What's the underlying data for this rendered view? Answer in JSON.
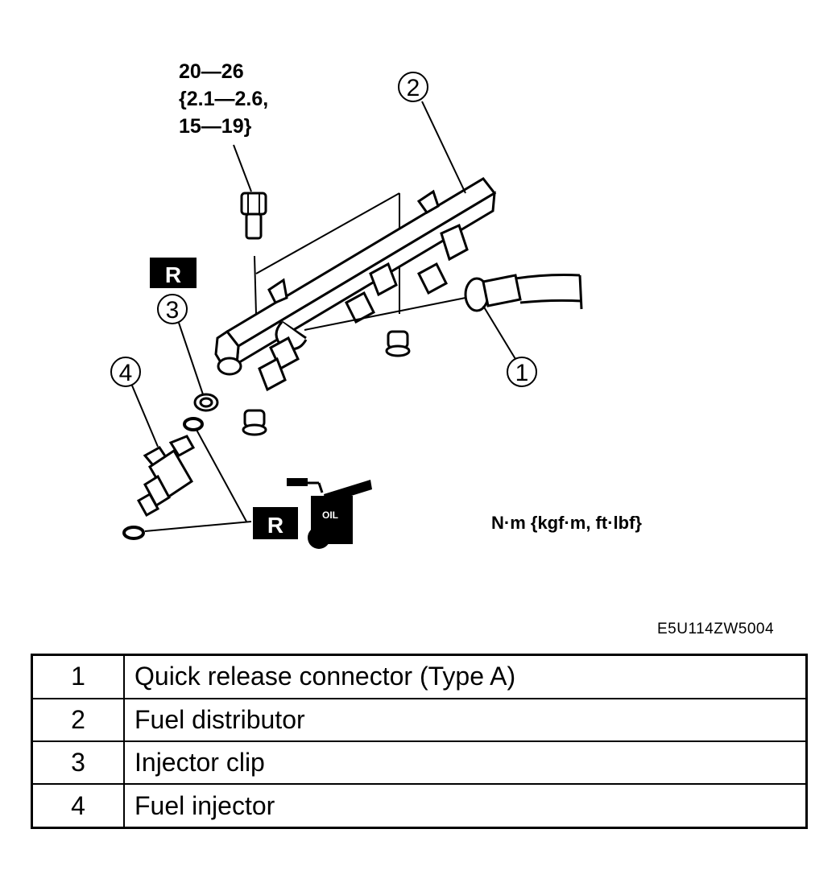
{
  "torque": {
    "line1": "20—26",
    "line2": "{2.1—2.6,",
    "line3": "15—19}"
  },
  "callouts": [
    "1",
    "2",
    "3",
    "4"
  ],
  "badges": {
    "replace": "R",
    "oil": "OIL"
  },
  "units": "N·m {kgf·m, ft·lbf}",
  "figure_code": "E5U114ZW5004",
  "parts": [
    {
      "number": "1",
      "name": "Quick release connector (Type A)"
    },
    {
      "number": "2",
      "name": "Fuel distributor"
    },
    {
      "number": "3",
      "name": "Injector clip"
    },
    {
      "number": "4",
      "name": "Fuel injector"
    }
  ]
}
